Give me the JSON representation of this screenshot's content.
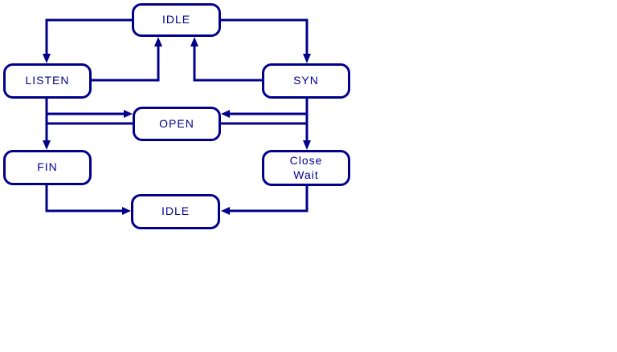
{
  "diagram": {
    "colors": {
      "line": "#00008B",
      "background": "#FFFFFF"
    },
    "nodes": {
      "idle_top": {
        "label": "IDLE"
      },
      "listen": {
        "label": "LISTEN"
      },
      "syn": {
        "label": "SYN"
      },
      "open": {
        "label": "OPEN"
      },
      "fin": {
        "label": "FIN"
      },
      "close_wait": {
        "line1": "Close",
        "line2": "Wait"
      },
      "idle_bottom": {
        "label": "IDLE"
      }
    },
    "edges": [
      {
        "from": "IDLE (top)",
        "to": "LISTEN"
      },
      {
        "from": "IDLE (top)",
        "to": "SYN"
      },
      {
        "from": "LISTEN",
        "to": "IDLE (top)"
      },
      {
        "from": "SYN",
        "to": "IDLE (top)"
      },
      {
        "from": "LISTEN",
        "to": "OPEN"
      },
      {
        "from": "SYN",
        "to": "OPEN"
      },
      {
        "from": "OPEN",
        "to": "FIN"
      },
      {
        "from": "OPEN",
        "to": "Close Wait"
      },
      {
        "from": "FIN",
        "to": "IDLE (bottom)"
      },
      {
        "from": "Close Wait",
        "to": "IDLE (bottom)"
      }
    ]
  }
}
